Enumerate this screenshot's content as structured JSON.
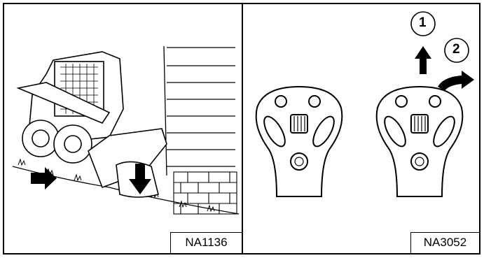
{
  "figures": [
    {
      "code": "NA1136",
      "illustration": "skid-steer-loader-grading-next-to-house"
    },
    {
      "code": "NA3052",
      "illustration": "joystick-controls-operation",
      "callouts": [
        "1",
        "2"
      ]
    }
  ],
  "colors": {
    "line": "#000000",
    "background": "#ffffff"
  }
}
